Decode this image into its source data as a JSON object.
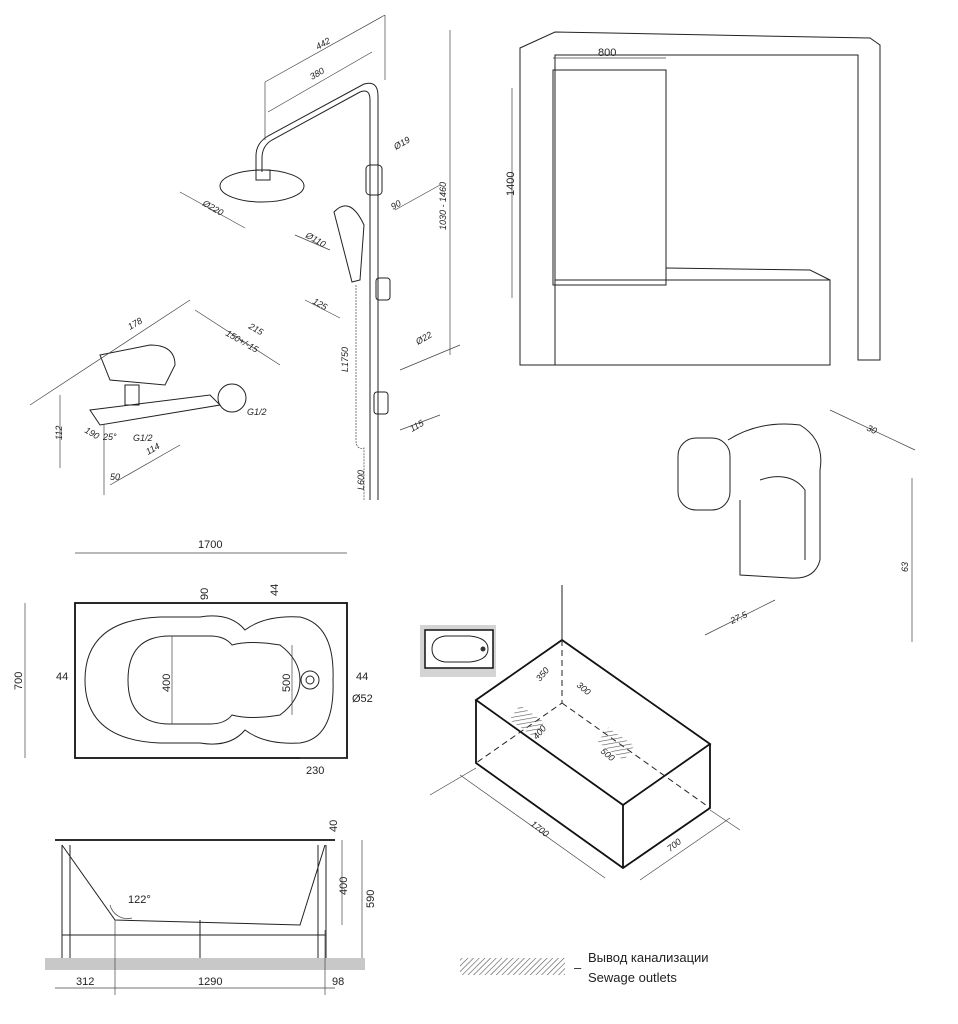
{
  "shower": {
    "d442": "442",
    "d380": "380",
    "d19": "Ø19",
    "d220": "Ø220",
    "d90": "90",
    "d110": "Ø110",
    "d125": "125",
    "d22": "Ø22",
    "l1750": "L1750",
    "height": "1030 - 1460",
    "d115": "115",
    "l600": "L600"
  },
  "mixer": {
    "d178": "178",
    "d215": "215",
    "d150": "150+/-15",
    "d112": "112",
    "d190": "190",
    "angle": "25°",
    "g1": "G1/2",
    "g2": "G1/2",
    "d114": "114",
    "d50": "50"
  },
  "screen": {
    "width": "800",
    "height": "1400"
  },
  "headrest": {
    "depth": "30",
    "height": "63",
    "offset": "27.5"
  },
  "top_view": {
    "length": "1700",
    "width": "700",
    "d90": "90",
    "d44_top": "44",
    "d44_left": "44",
    "d44_right": "44",
    "d400": "400",
    "d500": "500",
    "drain": "Ø52",
    "d230": "230"
  },
  "side_view": {
    "d40": "40",
    "d400": "400",
    "d590": "590",
    "angle": "122°",
    "d312": "312",
    "d1290": "1290",
    "d98": "98"
  },
  "iso_view": {
    "d350": "350",
    "d300": "300",
    "d400": "400",
    "d500": "500",
    "length": "1700",
    "width": "700"
  },
  "legend": {
    "ru": "Вывод канализации",
    "en": "Sewage outlets",
    "dash": "–"
  }
}
